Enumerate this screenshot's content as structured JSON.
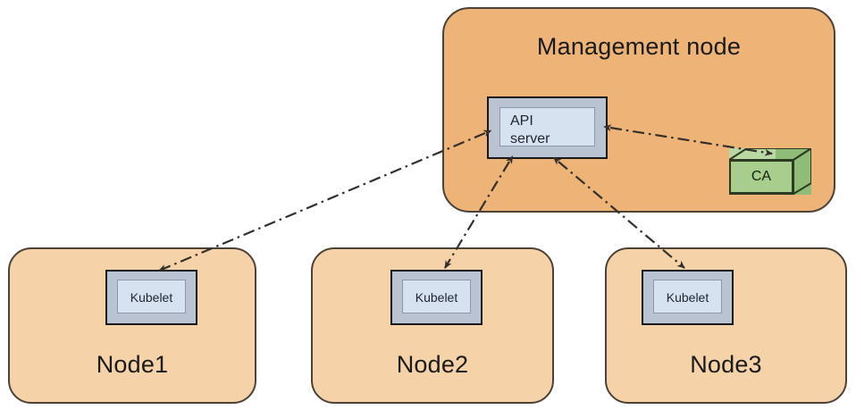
{
  "diagram": {
    "type": "architecture-diagram",
    "title": "Kubernetes management node and worker nodes communicating with the API server",
    "colors": {
      "management_node_fill": "#eeb377",
      "worker_node_fill": "#f5d2a8",
      "component_fill": "#d7e2f0",
      "component_bevel_light": "#eef3fa",
      "component_bevel_dark": "#8e98a7",
      "ca_fill": "#a8ce8e",
      "ca_top": "#b9d8a2",
      "ca_side": "#8fbd77",
      "outline": "#4d4238",
      "connector": "#332f2b",
      "background": "#ffffff"
    }
  },
  "management_node": {
    "label": "Management\nnode",
    "api_server": {
      "label": "API\nserver"
    },
    "ca": {
      "label": "CA"
    }
  },
  "worker_nodes": [
    {
      "label": "Node1",
      "component": {
        "label": "Kubelet"
      }
    },
    {
      "label": "Node2",
      "component": {
        "label": "Kubelet"
      }
    },
    {
      "label": "Node3",
      "component": {
        "label": "Kubelet"
      }
    }
  ],
  "connectors": [
    {
      "from": "API server",
      "to": "Kubelet (Node1)",
      "style": "dash-dot",
      "arrows": "both"
    },
    {
      "from": "API server",
      "to": "Kubelet (Node2)",
      "style": "dash-dot",
      "arrows": "both"
    },
    {
      "from": "API server",
      "to": "Kubelet (Node3)",
      "style": "dash-dot",
      "arrows": "both"
    },
    {
      "from": "API server",
      "to": "CA",
      "style": "dash-dot",
      "arrows": "both"
    }
  ]
}
